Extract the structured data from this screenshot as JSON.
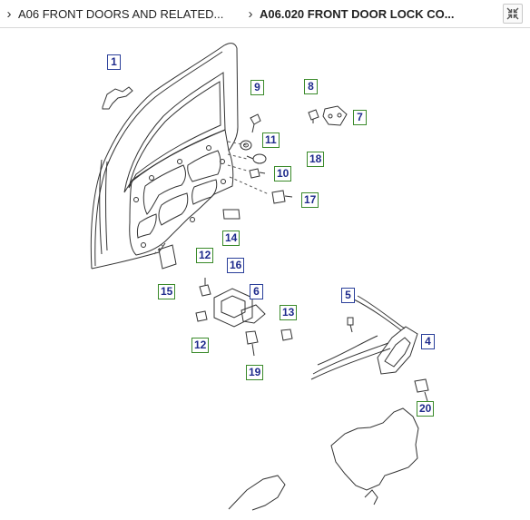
{
  "breadcrumb": {
    "items": [
      {
        "label": "A06 FRONT DOORS AND RELATED..."
      },
      {
        "label": "A06.020 FRONT DOOR LOCK CO..."
      }
    ]
  },
  "diagram": {
    "callouts": [
      "1",
      "9",
      "8",
      "7",
      "11",
      "18",
      "10",
      "17",
      "14",
      "15",
      "12",
      "16",
      "6",
      "13",
      "12",
      "19",
      "5",
      "4",
      "20"
    ]
  },
  "colors": {
    "callout_green": "#3a8a2a",
    "callout_blue": "#2a3f9a",
    "callout_text": "#1e2a8c"
  },
  "icons": {
    "nav_chevron": "chevron-right-icon",
    "collapse": "collapse-arrows-icon"
  }
}
